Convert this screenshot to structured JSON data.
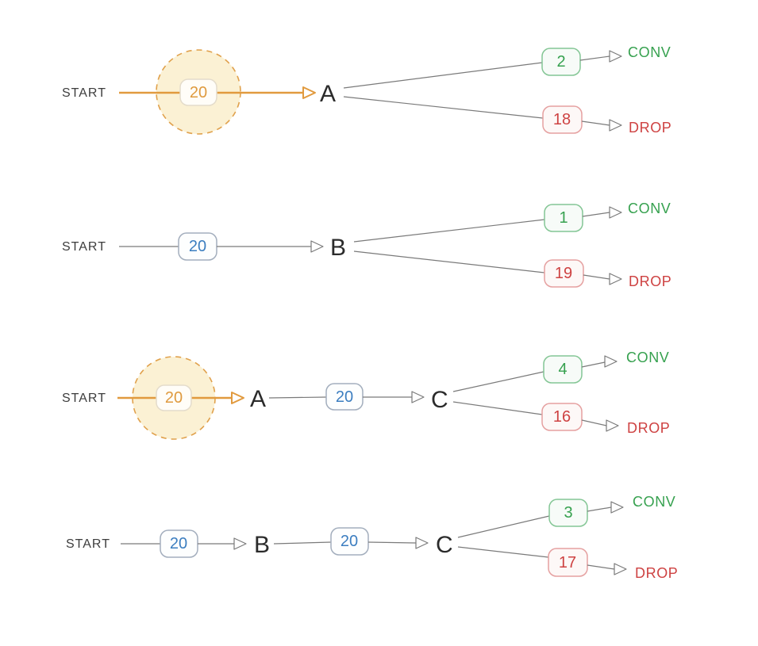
{
  "diagram": {
    "colors": {
      "highlight_fill": "#FBF1D4",
      "highlight_stroke": "#E0A14C",
      "orange": "#E19A3E",
      "blue": "#3C7EC0",
      "green": "#36A14F",
      "red": "#CE4242",
      "edge_gray": "#7a7a7a",
      "text_dark": "#2b2b2b",
      "background": "#ffffff"
    },
    "rows": [
      {
        "start": "START",
        "steps": [
          {
            "count": "20",
            "to": "A",
            "highlighted": true
          }
        ],
        "outcomes": [
          {
            "count": "2",
            "label": "CONV",
            "type": "conv"
          },
          {
            "count": "18",
            "label": "DROP",
            "type": "drop"
          }
        ]
      },
      {
        "start": "START",
        "steps": [
          {
            "count": "20",
            "to": "B",
            "highlighted": false
          }
        ],
        "outcomes": [
          {
            "count": "1",
            "label": "CONV",
            "type": "conv"
          },
          {
            "count": "19",
            "label": "DROP",
            "type": "drop"
          }
        ]
      },
      {
        "start": "START",
        "steps": [
          {
            "count": "20",
            "to": "A",
            "highlighted": true
          },
          {
            "count": "20",
            "to": "C",
            "highlighted": false
          }
        ],
        "outcomes": [
          {
            "count": "4",
            "label": "CONV",
            "type": "conv"
          },
          {
            "count": "16",
            "label": "DROP",
            "type": "drop"
          }
        ]
      },
      {
        "start": "START",
        "steps": [
          {
            "count": "20",
            "to": "B",
            "highlighted": false
          },
          {
            "count": "20",
            "to": "C",
            "highlighted": false
          }
        ],
        "outcomes": [
          {
            "count": "3",
            "label": "CONV",
            "type": "conv"
          },
          {
            "count": "17",
            "label": "DROP",
            "type": "drop"
          }
        ]
      }
    ]
  }
}
